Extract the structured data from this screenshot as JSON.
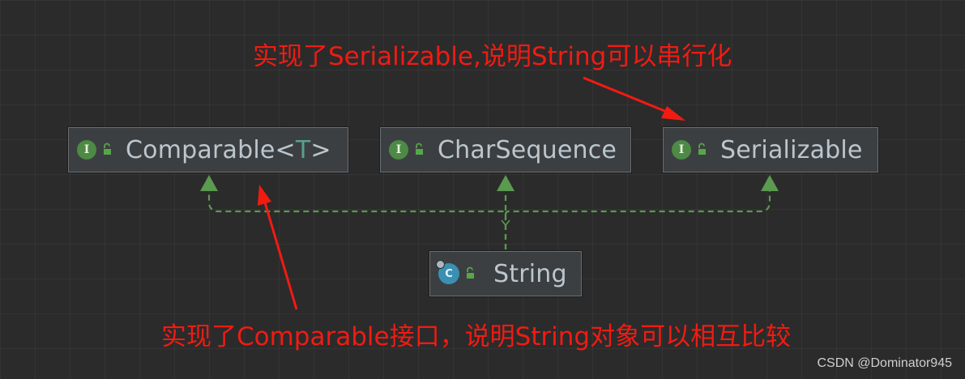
{
  "nodes": {
    "comparable": {
      "kind": "I",
      "name": "Comparable",
      "type_param": "T"
    },
    "charsequence": {
      "kind": "I",
      "name": "CharSequence"
    },
    "serializable": {
      "kind": "I",
      "name": "Serializable"
    },
    "string": {
      "kind": "C",
      "name": "String"
    }
  },
  "relations": [
    {
      "from": "String",
      "to": "Comparable<T>",
      "type": "implements"
    },
    {
      "from": "String",
      "to": "CharSequence",
      "type": "implements"
    },
    {
      "from": "String",
      "to": "Serializable",
      "type": "implements"
    }
  ],
  "annotations": {
    "serializable_note": "实现了Serializable,说明String可以串行化",
    "comparable_note": "实现了Comparable接口，说明String对象可以相互比较"
  },
  "watermark": "CSDN @Dominator945",
  "colors": {
    "background": "#2b2b2b",
    "node_fill": "#3c3f41",
    "node_border": "#6b6f72",
    "edge": "#5b9a4f",
    "interface_badge": "#4d8a45",
    "class_badge": "#3b8fb3",
    "annotation": "#f11b12",
    "label_text": "#bbc6cf"
  }
}
